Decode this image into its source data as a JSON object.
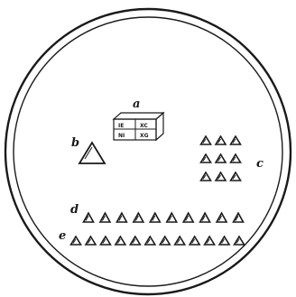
{
  "figure": {
    "labels": {
      "a": "a",
      "b": "b",
      "c": "c",
      "d": "d",
      "e": "e"
    },
    "box_faces": {
      "top_left": "IE",
      "top_right": "XC",
      "bottom_left": "NI",
      "bottom_right": "XG"
    },
    "groups": {
      "c": {
        "rows": 3,
        "per_row": 3
      },
      "d": {
        "count": 10
      },
      "e": {
        "count": 12
      }
    },
    "ink_color": "#1a1a1a",
    "paper_color": "#ffffff"
  }
}
